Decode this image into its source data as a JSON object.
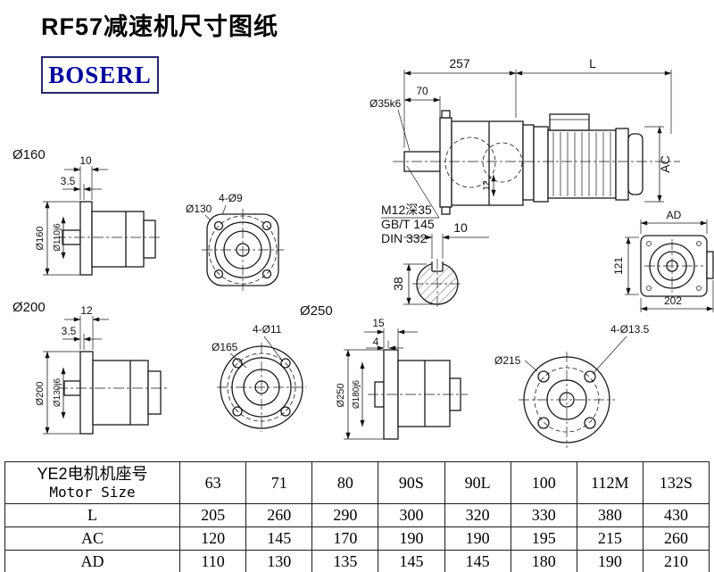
{
  "page": {
    "title": "RF57减速机尺寸图纸",
    "logo": "BOSERL"
  },
  "drawing": {
    "assembly": {
      "dim_257": "257",
      "dim_L": "L",
      "dim_70": "70",
      "shaft_dia": "Ø35k6",
      "dim_AC": "AC",
      "dim_12": "12",
      "thread": "M12深35",
      "std_gb": "GB/T 145",
      "std_din": "DIN 332"
    },
    "keyway": {
      "dim_10": "10",
      "dim_38": "38"
    },
    "end_view": {
      "dim_AD": "AD",
      "dim_121": "121",
      "dim_202": "202"
    },
    "flange160": {
      "label": "Ø160",
      "dim_10": "10",
      "dim_3_5": "3.5",
      "dia": "Ø160",
      "pilot": "Ø110j6"
    },
    "face130": {
      "holes": "4-Ø9",
      "bolt_circle": "Ø130"
    },
    "flange200": {
      "label": "Ø200",
      "dim_12": "12",
      "dim_3_5": "3.5",
      "dia": "Ø200",
      "pilot": "Ø130j6"
    },
    "face250": {
      "label": "Ø250",
      "holes": "4-Ø11",
      "bolt_circle": "Ø165"
    },
    "side250": {
      "dim_15": "15",
      "dim_4": "4",
      "dia": "Ø250",
      "pilot": "Ø180j6"
    },
    "face215": {
      "holes": "4-Ø13.5",
      "dia": "Ø215"
    }
  },
  "table": {
    "header_cn": "YE2电机机座号",
    "header_en": "Motor Size",
    "columns": [
      "63",
      "71",
      "80",
      "90S",
      "90L",
      "100",
      "112M",
      "132S"
    ],
    "rows": [
      {
        "label": "L",
        "values": [
          "205",
          "260",
          "290",
          "300",
          "320",
          "330",
          "380",
          "430"
        ]
      },
      {
        "label": "AC",
        "values": [
          "120",
          "145",
          "170",
          "190",
          "190",
          "195",
          "215",
          "260"
        ]
      },
      {
        "label": "AD",
        "values": [
          "110",
          "130",
          "135",
          "145",
          "145",
          "180",
          "190",
          "210"
        ]
      }
    ]
  }
}
